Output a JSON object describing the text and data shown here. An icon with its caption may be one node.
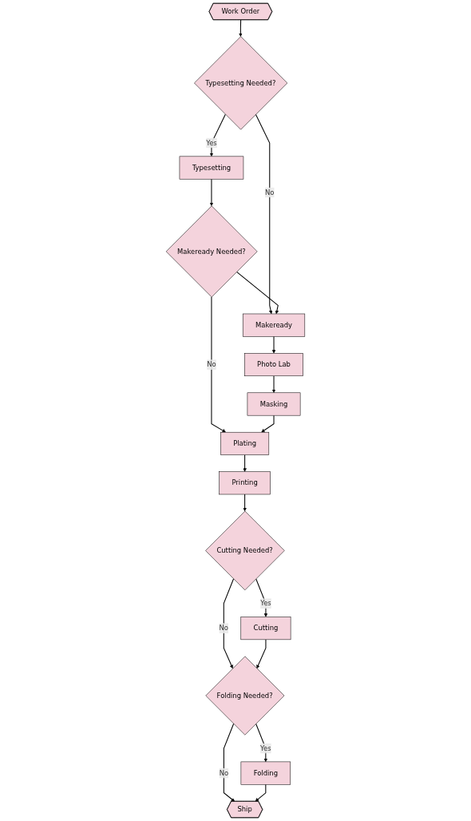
{
  "diagram": {
    "nodes": [
      {
        "text": [
          "Work Order"
        ]
      },
      {
        "text": [
          "Typesetting Needed?"
        ]
      },
      {
        "text": [
          "Typesetting"
        ]
      },
      {
        "text": [
          "Makeready"
        ]
      },
      {
        "text": [
          "Makeready Needed?"
        ]
      },
      {
        "text": [
          "Photo Lab"
        ]
      },
      {
        "text": [
          "Masking"
        ]
      },
      {
        "text": [
          "Plating"
        ]
      },
      {
        "text": [
          "Printing"
        ]
      },
      {
        "text": [
          "Cutting Needed?"
        ]
      },
      {
        "text": [
          "Cutting"
        ]
      },
      {
        "text": [
          "Folding"
        ]
      },
      {
        "text": [
          "Folding Needed?"
        ]
      },
      {
        "text": [
          "Ship"
        ]
      }
    ],
    "edges": [
      {
        "from": 0,
        "to": 1,
        "arrow": "to"
      },
      {
        "from": 1,
        "to": 2,
        "arrow": "to",
        "label": "Yes"
      },
      {
        "from": 1,
        "to": 3,
        "arrow": "to",
        "label": "No"
      },
      {
        "from": 2,
        "to": 4,
        "arrow": "to"
      },
      {
        "from": 4,
        "to": 3,
        "arrow": "to"
      },
      {
        "from": 4,
        "to": 7,
        "arrow": "to",
        "label": "No"
      },
      {
        "from": 3,
        "to": 5,
        "arrow": "to"
      },
      {
        "from": 5,
        "to": 6,
        "arrow": "to"
      },
      {
        "from": 6,
        "to": 7,
        "arrow": "to"
      },
      {
        "from": 7,
        "to": 8,
        "arrow": "to"
      },
      {
        "from": 8,
        "to": 9,
        "arrow": "to"
      },
      {
        "from": 9,
        "to": 10,
        "arrow": "to",
        "label": "Yes"
      },
      {
        "from": 9,
        "to": 12,
        "arrow": "to",
        "label": "No"
      },
      {
        "from": 10,
        "to": 12,
        "arrow": "to"
      },
      {
        "from": 12,
        "to": 11,
        "arrow": "to",
        "label": "Yes"
      },
      {
        "from": 12,
        "to": 13,
        "arrow": "to",
        "label": "No"
      },
      {
        "from": 11,
        "to": 13,
        "arrow": "to"
      }
    ]
  }
}
